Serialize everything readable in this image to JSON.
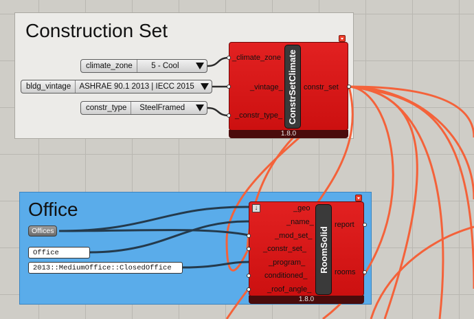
{
  "groups": {
    "construction": {
      "title": "Construction Set"
    },
    "office": {
      "title": "Office"
    }
  },
  "value_lists": {
    "climate_zone": {
      "label": "climate_zone",
      "value": "5 - Cool"
    },
    "bldg_vintage": {
      "label": "bldg_vintage",
      "value": "ASHRAE 90.1 2013  |  IECC 2015"
    },
    "constr_type": {
      "label": "constr_type",
      "value": "SteelFramed"
    }
  },
  "constr_set_component": {
    "name": "ConstrSetClimate",
    "inputs": [
      "_climate_zone",
      "_vintage_",
      "_constr_type_"
    ],
    "outputs": [
      "constr_set"
    ],
    "version": "1.8.0"
  },
  "room_component": {
    "name": "RoomSolid",
    "inputs": [
      "_geo",
      "_name_",
      "_mod_set_",
      "_constr_set_",
      "_program_",
      "conditioned_",
      "_roof_angle_"
    ],
    "outputs": [
      "report",
      "rooms"
    ],
    "version": "1.8.0"
  },
  "panels": {
    "offices_chip": "Offices",
    "office_name": "Office",
    "program": "2013::MediumOffice::ClosedOffice"
  },
  "colors": {
    "canvas": "#cfcdc7",
    "component": "#d41717",
    "wire_orange": "#f4623a",
    "wire_dark": "#243a4c",
    "office_group": "#5aacea"
  },
  "icons": [
    "dropdown-arrow-icon",
    "output-flag-icon",
    "geo-preview-icon"
  ]
}
